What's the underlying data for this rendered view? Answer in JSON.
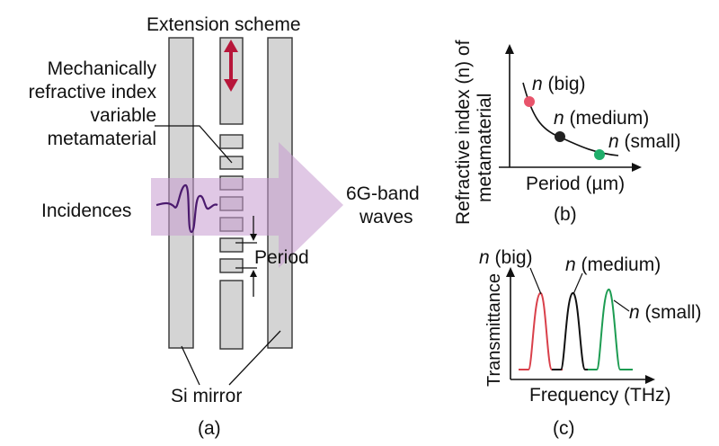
{
  "panel_a": {
    "caption": "(a)",
    "extension_label": "Extension scheme",
    "metamaterial_label": [
      "Mechanically",
      "refractive index",
      "variable",
      "metamaterial"
    ],
    "incidences_label": "Incidences",
    "wave_label": [
      "6G-band",
      "waves"
    ],
    "period_label": "Period",
    "mirror_label": "Si mirror",
    "colors": {
      "arrow": "#b7163a",
      "beam": "#cfa6d6",
      "wave": "#4b1a6e",
      "bar_fill": "#d4d4d4"
    }
  },
  "panel_b": {
    "caption": "(b)",
    "ylabel": [
      "Refractive index (n) of",
      "metamaterial"
    ],
    "xlabel": "Period (µm)",
    "points": [
      {
        "n": "n",
        "label": " (big)",
        "color": "#e8546b"
      },
      {
        "n": "n",
        "label": " (medium)",
        "color": "#222222"
      },
      {
        "n": "n",
        "label": " (small)",
        "color": "#1fae6a"
      }
    ]
  },
  "panel_c": {
    "caption": "(c)",
    "ylabel": "Transmittance",
    "xlabel": "Frequency (THz)",
    "peaks": [
      {
        "n": "n",
        "label": " (big)",
        "color": "#d9404a"
      },
      {
        "n": "n",
        "label": " (medium)",
        "color": "#111111"
      },
      {
        "n": "n",
        "label": " (small)",
        "color": "#1d9c52"
      }
    ]
  }
}
